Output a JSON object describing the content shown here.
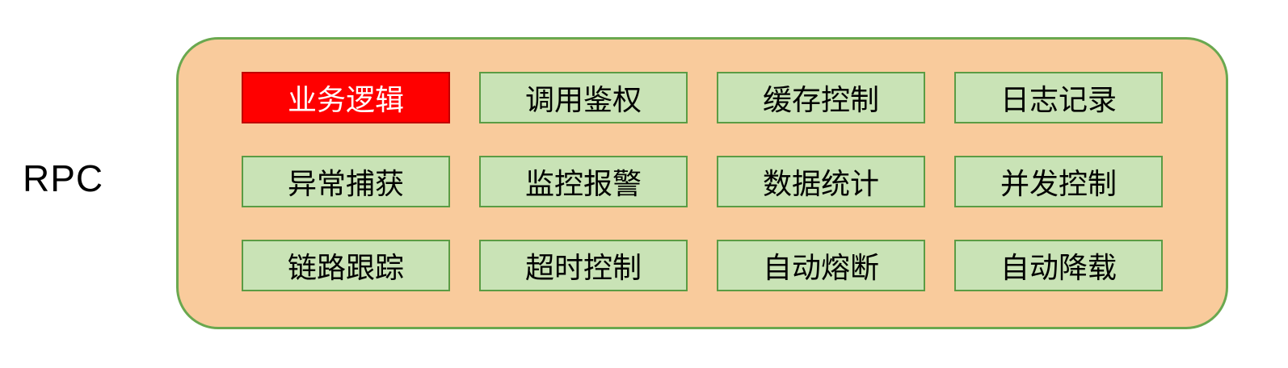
{
  "diagram": {
    "label": "RPC",
    "container": {
      "fill_color": "#F9CB9C",
      "border_color": "#6AA84F"
    },
    "cell_style": {
      "fill_color": "#C9E3B6",
      "border_color": "#5B9C44",
      "text_color": "#000000",
      "highlight_fill_color": "#FF0000",
      "highlight_text_color": "#FFFFFF"
    },
    "cells": [
      {
        "label": "业务逻辑",
        "highlighted": true
      },
      {
        "label": "调用鉴权",
        "highlighted": false
      },
      {
        "label": "缓存控制",
        "highlighted": false
      },
      {
        "label": "日志记录",
        "highlighted": false
      },
      {
        "label": "异常捕获",
        "highlighted": false
      },
      {
        "label": "监控报警",
        "highlighted": false
      },
      {
        "label": "数据统计",
        "highlighted": false
      },
      {
        "label": "并发控制",
        "highlighted": false
      },
      {
        "label": "链路跟踪",
        "highlighted": false
      },
      {
        "label": "超时控制",
        "highlighted": false
      },
      {
        "label": "自动熔断",
        "highlighted": false
      },
      {
        "label": "自动降载",
        "highlighted": false
      }
    ]
  }
}
